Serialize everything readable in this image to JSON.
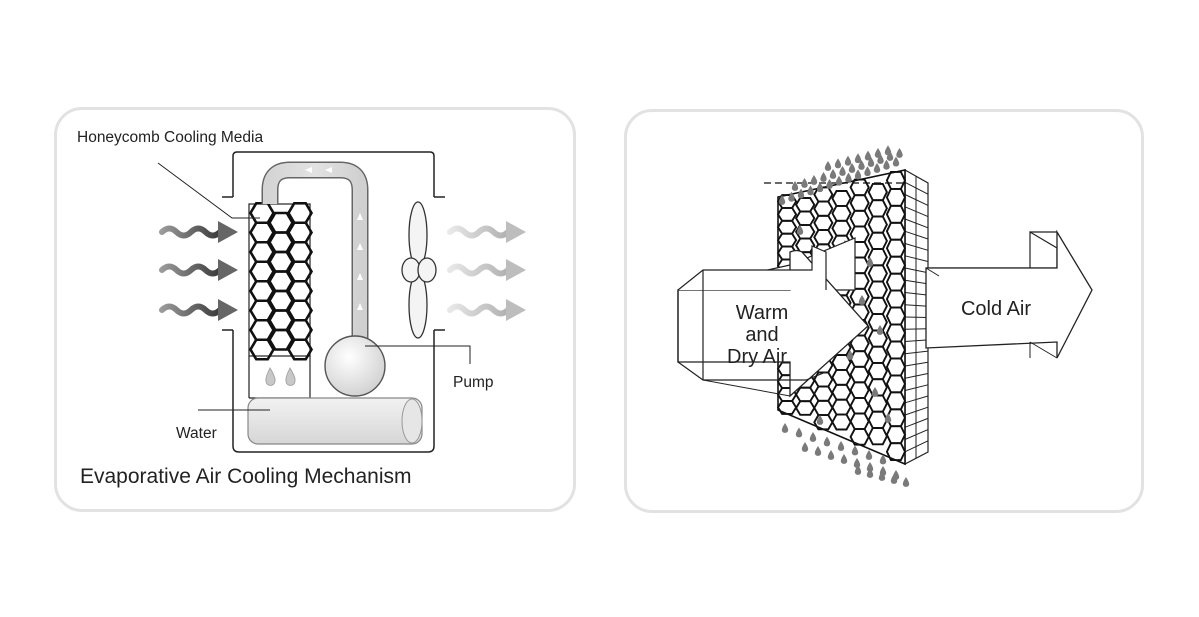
{
  "left_diagram": {
    "media_label": "Honeycomb Cooling Media",
    "pump_label": "Pump",
    "water_label": "Water",
    "caption": "Evaporative Air Cooling Mechanism"
  },
  "right_diagram": {
    "inlet_label_line1": "Warm",
    "inlet_label_line2": "and",
    "inlet_label_line3": "Dry Air",
    "outlet_label": "Cold Air"
  },
  "colors": {
    "frame_border": "#e2e2e2",
    "line": "#222222",
    "warm_wave": "#555555",
    "cool_wave": "#bbbbbb"
  }
}
